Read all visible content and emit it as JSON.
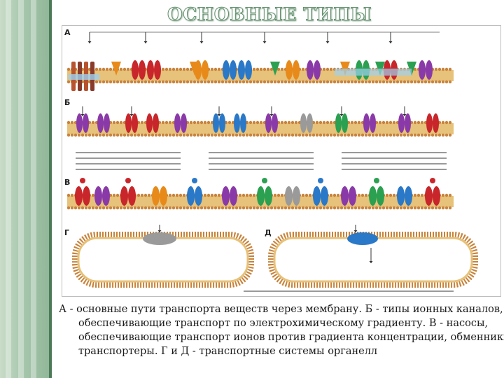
{
  "slide": {
    "title": "ОСНОВНЫЕ ТИПЫ ТРАНСПОРТА",
    "caption": "А - основные пути транспорта веществ через мембрану. Б - типы ионных каналов, обеспечивающие транспорт по электрохимическому градиенту. В - насосы, обеспечивающие транспорт ионов против градиента концентрации, обменники и транспортеры. Г и Д - транспортные системы органелл"
  },
  "figure": {
    "panel_letters": [
      "А",
      "Б",
      "В",
      "Г",
      "Д"
    ],
    "colors": {
      "lipid_head": "#c8823a",
      "lipid_tail": "#e6c27a",
      "red_protein": "#c8262a",
      "blue_protein": "#2a78c8",
      "green_protein": "#2aa050",
      "purple_protein": "#8a3aa8",
      "gray_protein": "#9a9a9a",
      "orange_cone": "#e88a1a",
      "sidebar_green": "#8fb597"
    }
  }
}
